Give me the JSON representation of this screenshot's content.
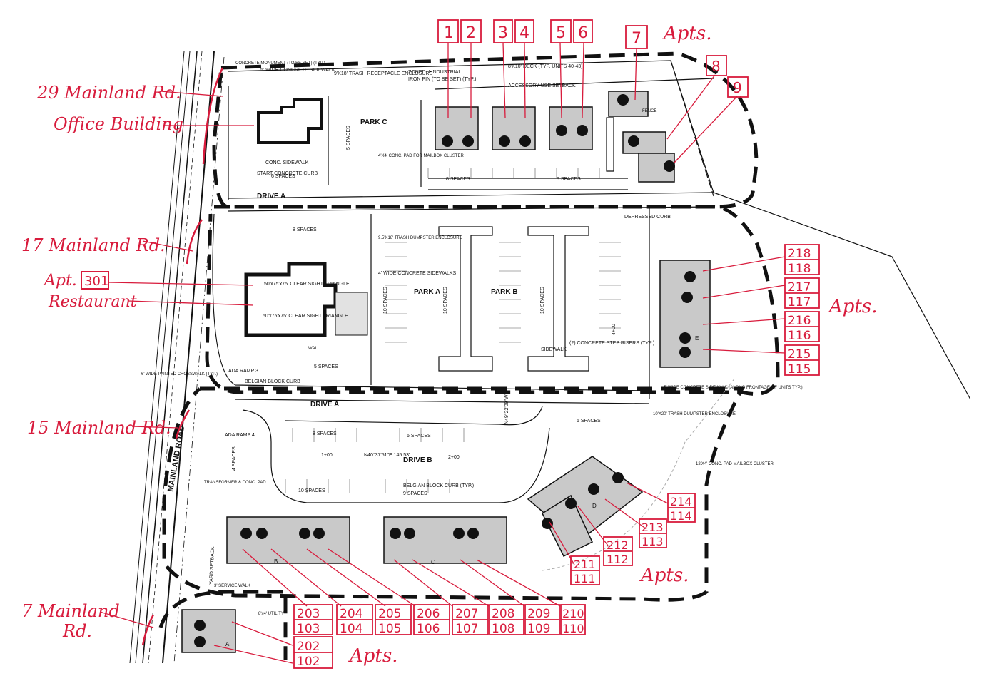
{
  "colors": {
    "annotation": "#d81b3c",
    "ink": "#111111",
    "building_fill": "#c9c9c9",
    "paper": "#ffffff"
  },
  "annotations": {
    "addr_29": "29 Mainland Rd.",
    "office": "Office Building",
    "addr_17": "17 Mainland Rd.",
    "apt_prefix": "Apt.",
    "apt_301": "301",
    "restaurant": "Restaurant",
    "addr_15": "15 Mainland Rd.",
    "addr_7_line1": "7 Mainland",
    "addr_7_line2": "Rd.",
    "apts": "Apts."
  },
  "units_top": [
    "1",
    "2",
    "3",
    "4",
    "5",
    "6",
    "7",
    "8",
    "9"
  ],
  "units_right": [
    {
      "upper": "218",
      "lower": "118"
    },
    {
      "upper": "217",
      "lower": "117"
    },
    {
      "upper": "216",
      "lower": "116"
    },
    {
      "upper": "215",
      "lower": "115"
    }
  ],
  "units_d": [
    {
      "upper": "214",
      "lower": "114"
    },
    {
      "upper": "213",
      "lower": "113"
    },
    {
      "upper": "212",
      "lower": "112"
    },
    {
      "upper": "211",
      "lower": "111"
    }
  ],
  "units_bottom": [
    {
      "upper": "203",
      "lower": "103"
    },
    {
      "upper": "204",
      "lower": "104"
    },
    {
      "upper": "205",
      "lower": "105"
    },
    {
      "upper": "206",
      "lower": "106"
    },
    {
      "upper": "207",
      "lower": "107"
    },
    {
      "upper": "208",
      "lower": "108"
    },
    {
      "upper": "209",
      "lower": "109"
    },
    {
      "upper": "210",
      "lower": "110"
    }
  ],
  "units_a": {
    "upper": "202",
    "lower": "102"
  },
  "plan_labels": {
    "park_a": "PARK A",
    "park_b": "PARK B",
    "park_c": "PARK C",
    "drive_a_top": "DRIVE A",
    "drive_a_mid": "DRIVE A",
    "drive_b": "DRIVE B",
    "mainland_road": "MAINLAND ROAD",
    "zoned": "ZONED: I-INDUSTRIAL",
    "iron_pin": "IRON PIN (TO BE SET) (TYP.)",
    "trash_c": "9'X18' TRASH RECEPTACLE ENCLOSURE",
    "trash_a": "9.5'X18' TRASH DUMPSTER ENCLOSURE",
    "trash_e": "10'X20' TRASH DUMPSTER ENCLOSURE",
    "deck": "8'X10' DECK (TYP. UNITS 40-43)",
    "accessory": "ACCESSORY USE SETBACK",
    "sidewalk_5": "5' WIDE CONCRETE SIDEWALK",
    "sidewalk_4": "4' WIDE CONCRETE SIDEWALKS",
    "sidewalk_e": "5' WIDE CONCRETE SIDEWALK (ALONG FRONTAGE OF UNITS TYP.)",
    "conc_monument": "CONCRETE MONUMENT (TO BE SET) (TYP.)",
    "conc_sidewalk": "CONC. SIDEWALK",
    "mailbox_c": "4'X4' CONC. PAD FOR MAILBOX CLUSTER",
    "mailbox_d": "12'X4' CONC. PAD MAILBOX CLUSTER",
    "start_curb": "START CONCRETE CURB",
    "depressed_curb": "DEPRESSED CURB",
    "belgian_curb": "BELGIAN BLOCK CURB (TYP.)",
    "belgian_curb2": "BELGIAN BLOCK CURB",
    "sight_1": "50'x75'x75' CLEAR SIGHT TRIANGLE",
    "sight_2": "50'x75'x75' CLEAR SIGHT TRIANGLE",
    "ada_3": "ADA RAMP 3",
    "ada_4": "ADA RAMP 4",
    "crosswalk": "6' WIDE PAINTED CROSSWALK (TYP.)",
    "step_risers": "(2) CONCRETE STEP RISERS (TYP.)",
    "sidewalk_word": "SIDEWALK",
    "yard_setback": "YARD SETBACK",
    "service_walk": "3' SERVICE WALK",
    "utility": "8'x4' UTILITY",
    "transformer": "TRANSFORMER & CONC. PAD",
    "sp_8a": "8 SPACES",
    "sp_8b": "8 SPACES",
    "sp_8c": "8 SPACES",
    "sp_8d": "8 SPACES",
    "sp_6": "6 SPACES",
    "sp_6b": "6 SPACES",
    "sp_5a": "5 SPACES",
    "sp_5b": "5 SPACES",
    "sp_5c": "5 SPACES",
    "sp_10a": "10 SPACES",
    "sp_10b": "10 SPACES",
    "sp_10c": "10 SPACES",
    "sp_10d": "10 SPACES",
    "sp_9": "9 SPACES",
    "sp_4": "4 SPACES",
    "sta_100": "1+00",
    "sta_200": "2+00",
    "sta_400": "4+00",
    "bearing_1": "N40°37'51\"E 145.53'",
    "bearing_2": "N49°22'09\"W",
    "wall": "WALL",
    "fence": "FENCE",
    "bldg_a": "A",
    "bldg_b": "B",
    "bldg_c": "C",
    "bldg_d": "D",
    "bldg_e": "E"
  }
}
